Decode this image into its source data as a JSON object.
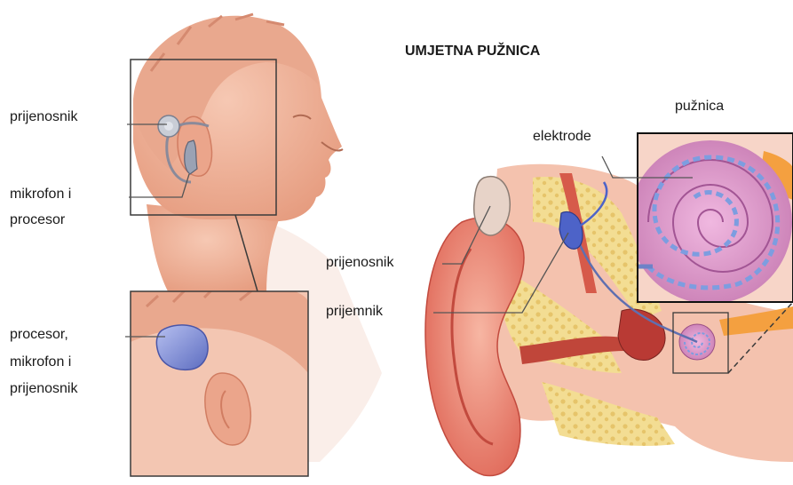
{
  "title": "UMJETNA PUŽNICA",
  "labels": {
    "transmitter_head": "prijenosnik",
    "mic_proc_line1": "mikrofon i",
    "mic_proc_line2": "procesor",
    "combo_line1": "procesor,",
    "combo_line2": "mikrofon i",
    "combo_line3": "prijenosnik",
    "cochlea": "pužnica",
    "electrodes": "elektrode",
    "transmitter_ear": "prijenosnik",
    "receiver": "prijemnik"
  },
  "colors": {
    "skin": "#f1b49a",
    "skin_shadow": "#d98c72",
    "hair": "#e9a88e",
    "device_blue": "#7f8fd6",
    "cochlea_pink": "#d78bc0",
    "electrode_blue": "#7d9de0",
    "bone_yellow": "#f1d98c",
    "tissue_red": "#c0463a"
  }
}
